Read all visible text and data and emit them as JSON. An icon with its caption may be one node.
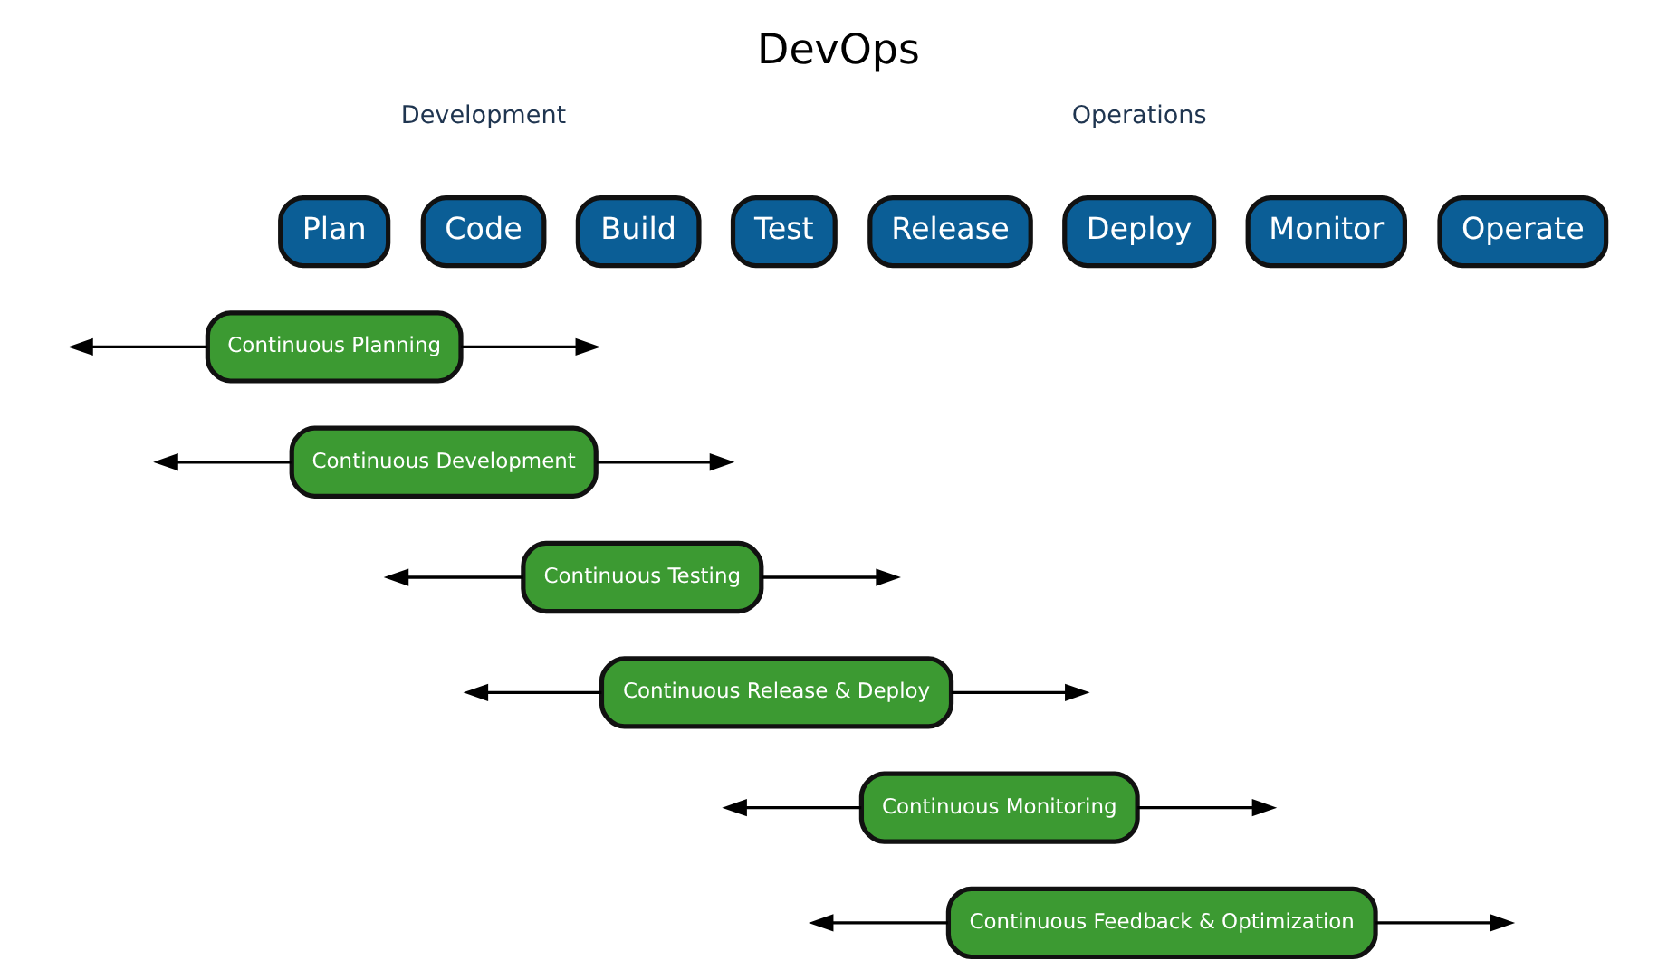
{
  "diagram": {
    "title": "DevOps",
    "nodes": [
      {
        "text": [
          "Plan"
        ]
      },
      {
        "text": [
          "Code"
        ]
      },
      {
        "text": [
          "Build"
        ]
      },
      {
        "text": [
          "Test"
        ]
      },
      {
        "text": [
          "Release"
        ]
      },
      {
        "text": [
          "Deploy"
        ]
      },
      {
        "text": [
          "Monitor"
        ]
      },
      {
        "text": [
          "Operate"
        ]
      },
      {
        "text": [
          "Continuous Planning"
        ]
      },
      {
        "text": [
          "Continuous Development"
        ]
      },
      {
        "text": [
          "Continuous Testing"
        ]
      },
      {
        "text": [
          "Continuous Release & Deploy"
        ]
      },
      {
        "text": [
          "Continuous Monitoring"
        ]
      },
      {
        "text": [
          "Continuous Feedback & Optimization"
        ]
      }
    ],
    "edges": [
      {
        "from": 8,
        "to": null,
        "arrow": "to"
      },
      {
        "from": 8,
        "to": null,
        "arrow": "to"
      },
      {
        "from": 9,
        "to": null,
        "arrow": "to"
      },
      {
        "from": 9,
        "to": null,
        "arrow": "to"
      },
      {
        "from": 10,
        "to": null,
        "arrow": "to"
      },
      {
        "from": 10,
        "to": null,
        "arrow": "to"
      },
      {
        "from": 11,
        "to": null,
        "arrow": "to"
      },
      {
        "from": 11,
        "to": null,
        "arrow": "to"
      },
      {
        "from": 12,
        "to": null,
        "arrow": "to"
      },
      {
        "from": 12,
        "to": null,
        "arrow": "to"
      },
      {
        "from": 13,
        "to": null,
        "arrow": "to"
      },
      {
        "from": 13,
        "to": null,
        "arrow": "to"
      }
    ],
    "labels": [
      "Development",
      "Operations"
    ]
  }
}
